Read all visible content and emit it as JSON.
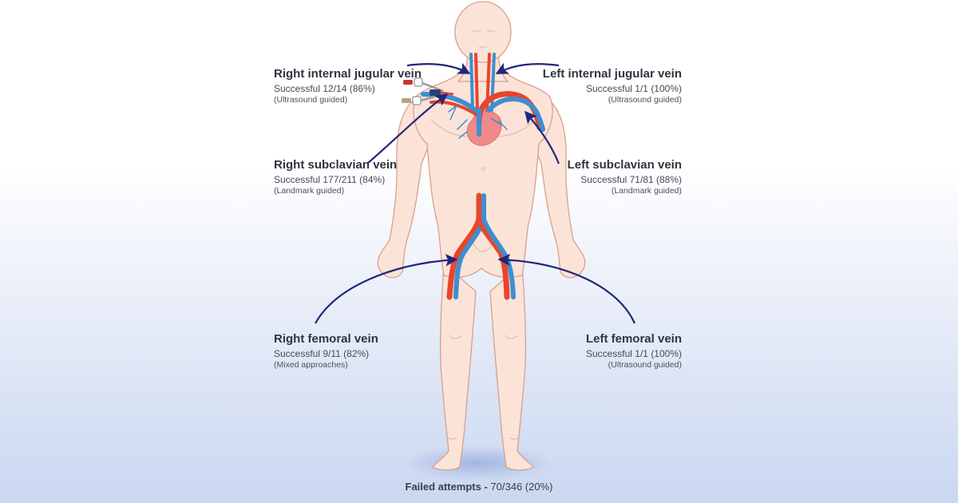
{
  "sites": {
    "r_ijv": {
      "title": "Right internal jugular vein",
      "stat": "Successful 12/14 (86%)",
      "method": "(Ultrasound guided)",
      "success": 12,
      "attempts": 14
    },
    "l_ijv": {
      "title": "Left internal jugular vein",
      "stat": "Successful 1/1 (100%)",
      "method": "(Ultrasound guided)",
      "success": 1,
      "attempts": 1
    },
    "r_sub": {
      "title": "Right subclavian vein",
      "stat": "Successful 177/211 (84%)",
      "method": "(Landmark guided)",
      "success": 177,
      "attempts": 211
    },
    "l_sub": {
      "title": "Left subclavian vein",
      "stat": "Successful 71/81 (88%)",
      "method": "(Landmark guided)",
      "success": 71,
      "attempts": 81
    },
    "r_fem": {
      "title": "Right femoral vein",
      "stat": "Successful 9/11 (82%)",
      "method": "(Mixed approaches)",
      "success": 9,
      "attempts": 11
    },
    "l_fem": {
      "title": "Left femoral vein",
      "stat": "Successful 1/1 (100%)",
      "method": "(Ultrasound guided)",
      "success": 1,
      "attempts": 1
    }
  },
  "footer": {
    "label": "Failed attempts -",
    "value": "70/346 (20%)",
    "failed": 70,
    "total": 346
  },
  "colors": {
    "skin": "#fce3d8",
    "skin_outline": "#d99f8c",
    "artery": "#e8452c",
    "vein": "#3d8fd0",
    "arrow": "#22277a",
    "heart": "#f08a8a"
  }
}
